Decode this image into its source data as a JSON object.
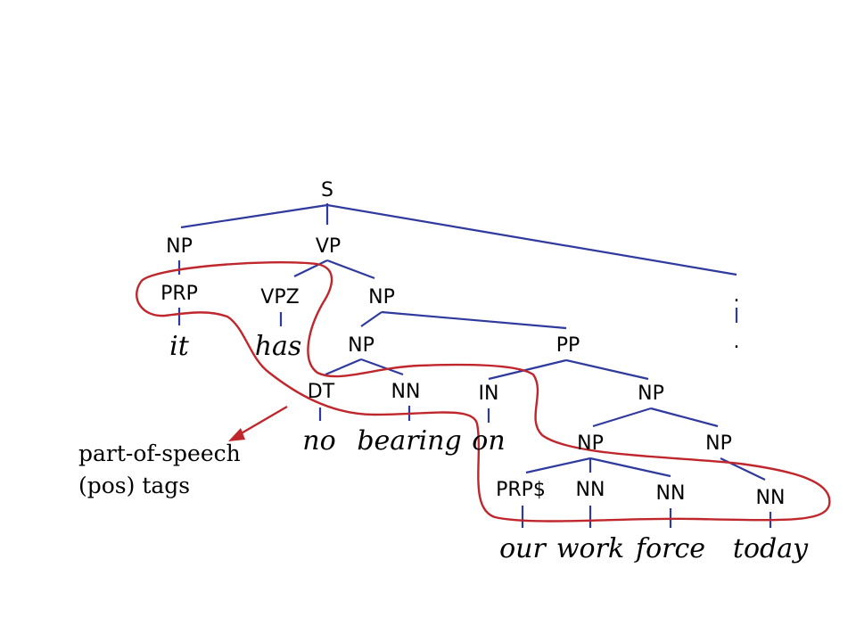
{
  "diagram": {
    "tags": {
      "S": "S",
      "NP_subject": "NP",
      "VP": "VP",
      "PRP": "PRP",
      "VPZ": "VPZ",
      "NP_object": "NP",
      "PUNCT": ".",
      "NP_inner": "NP",
      "PP": "PP",
      "DT": "DT",
      "NN_bearing": "NN",
      "IN": "IN",
      "NP_pp": "NP",
      "NP_left": "NP",
      "NP_right": "NP",
      "PRPS": "PRP$",
      "NN_work": "NN",
      "NN_force": "NN",
      "NN_today": "NN"
    },
    "words": {
      "it": "it",
      "has": "has",
      "no": "no",
      "bearing": "bearing",
      "on": "on",
      "our": "our",
      "work": "work",
      "force": "force",
      "today": "today",
      "period": "."
    },
    "annotation": {
      "line1": "part-of-speech",
      "line2": "(pos) tags"
    },
    "colors": {
      "edges": "#2f3a9e",
      "highlight": "#c0272d",
      "text": "#000000"
    }
  }
}
